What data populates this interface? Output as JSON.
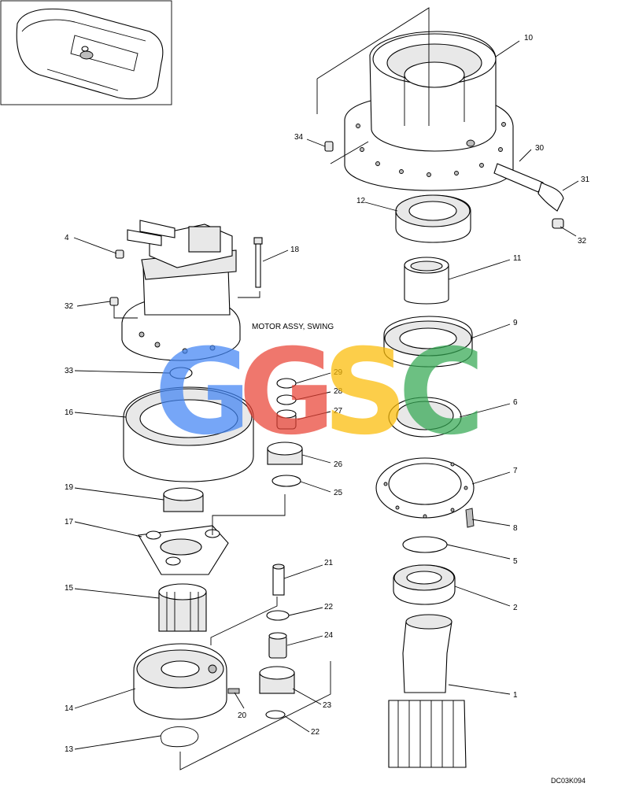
{
  "diagram": {
    "assembly_label": "MOTOR ASSY, SWING",
    "drawing_code": "DC03K094",
    "watermark": {
      "letters": [
        "G",
        "G",
        "S",
        "C"
      ],
      "colors": [
        "#4285F4",
        "#EA4335",
        "#FBBC05",
        "#34A853"
      ]
    },
    "callouts": {
      "c1": "1",
      "c2": "2",
      "c4": "4",
      "c5": "5",
      "c6": "6",
      "c7": "7",
      "c8": "8",
      "c9": "9",
      "c10": "10",
      "c11": "11",
      "c12": "12",
      "c13": "13",
      "c14": "14",
      "c15": "15",
      "c16": "16",
      "c17": "17",
      "c18": "18",
      "c19": "19",
      "c20": "20",
      "c21": "21",
      "c22a": "22",
      "c22b": "22",
      "c23": "23",
      "c24": "24",
      "c25": "25",
      "c26": "26",
      "c27": "27",
      "c28": "28",
      "c29": "29",
      "c30": "30",
      "c31": "31",
      "c32a": "32",
      "c32b": "32",
      "c33": "33",
      "c34": "34"
    }
  }
}
